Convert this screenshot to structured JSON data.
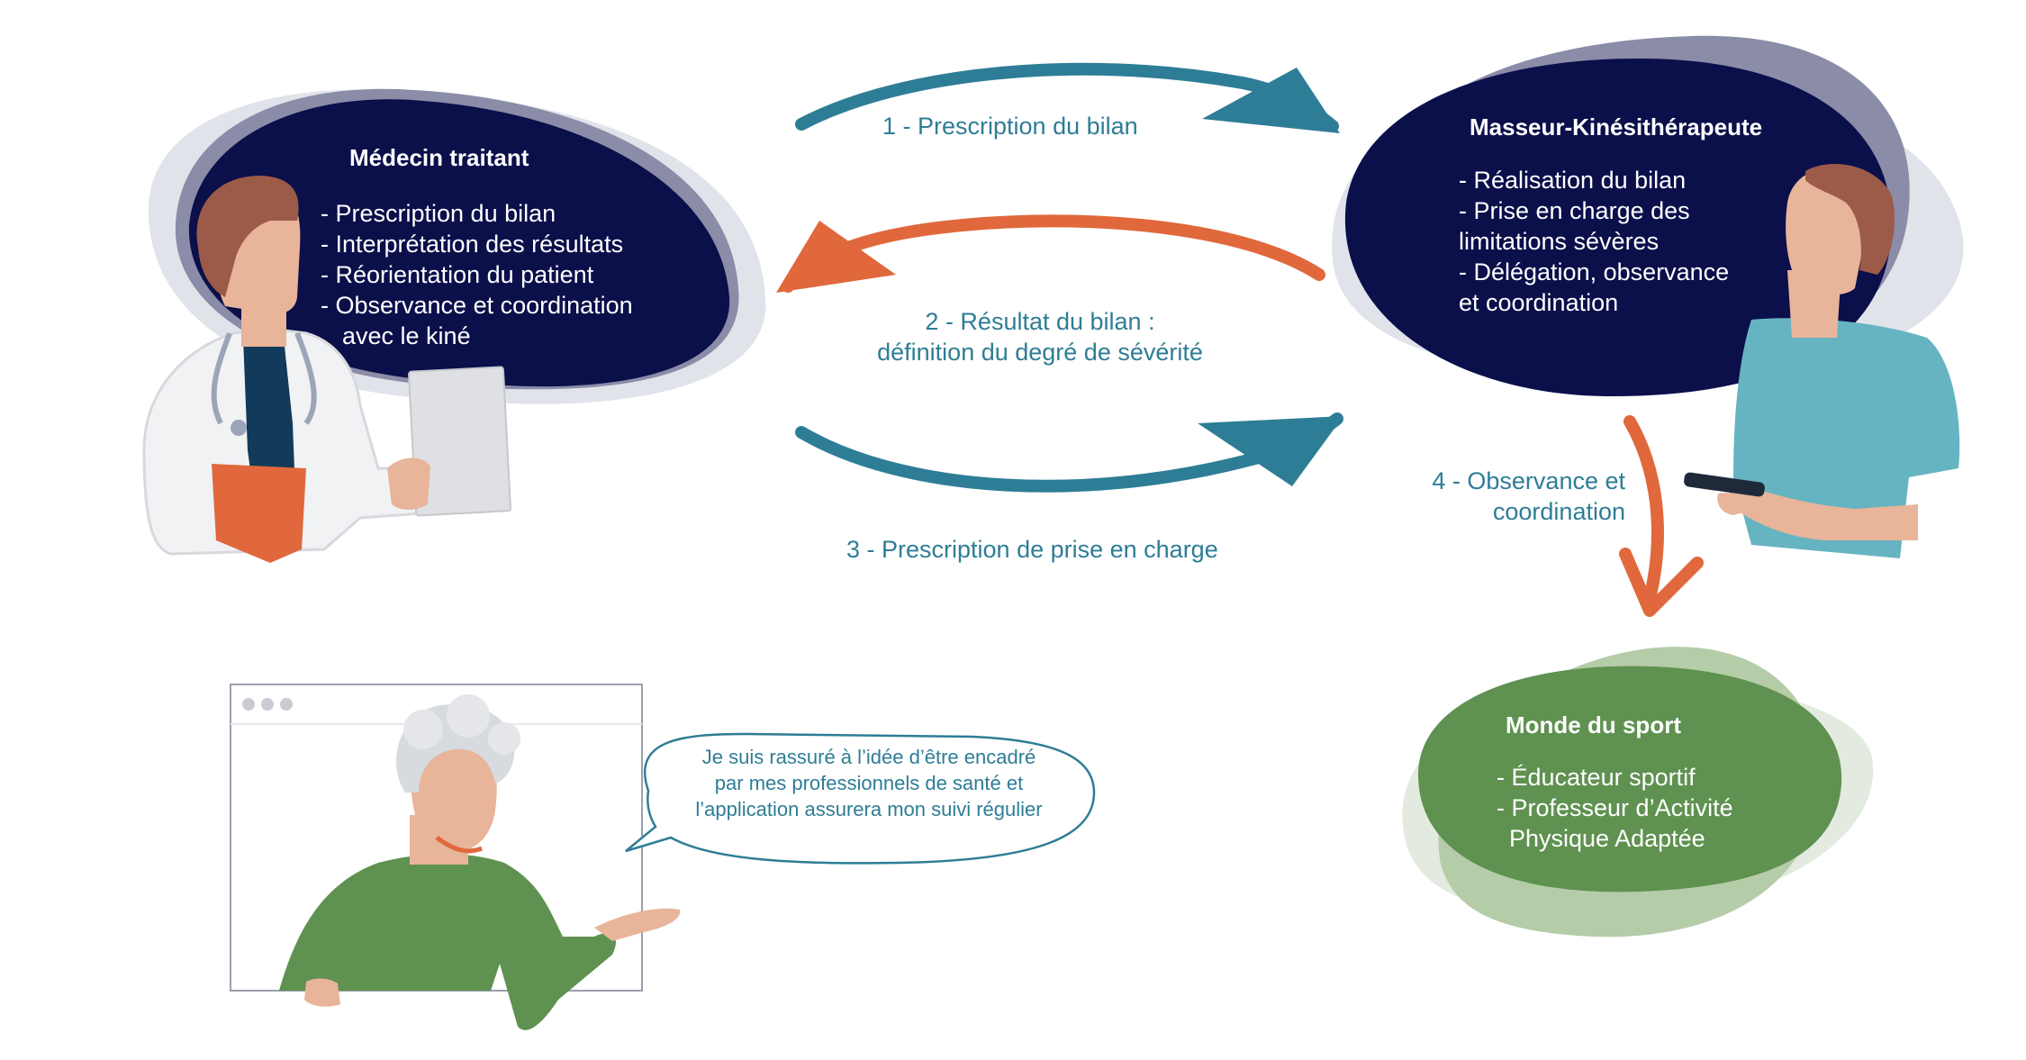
{
  "doctor": {
    "title": "Médecin traitant",
    "items": [
      "- Prescription du bilan",
      "- Interprétation des résultats",
      "- Réorientation du patient",
      "- Observance et coordination",
      "avec le kiné"
    ]
  },
  "physio": {
    "title": "Masseur-Kinésithérapeute",
    "items": [
      "- Réalisation du bilan",
      "- Prise en charge des",
      "limitations sévères",
      "- Délégation, observance",
      "et coordination"
    ]
  },
  "sport": {
    "title": "Monde du sport",
    "items": [
      "- Éducateur sportif",
      "- Professeur d’Activité",
      "Physique Adaptée"
    ]
  },
  "flows": {
    "step1": "1 -  Prescription du bilan",
    "step2_line1": "2 - Résultat du bilan :",
    "step2_line2": "définition du degré de sévérité",
    "step3": "3 - Prescription de prise en charge",
    "step4_line1": "4 - Observance et",
    "step4_line2": "coordination"
  },
  "patient_quote": [
    "Je suis rassuré à l’idée d’être encadré",
    "par mes professionnels de santé et",
    "l’application assurera mon suivi régulier"
  ],
  "colors": {
    "navy": "#0b0f4a",
    "blob_shadow": "#8a8ca8",
    "blob_light": "#e1e3ea",
    "teal_arrow": "#2e7d96",
    "orange_arrow": "#e0683c",
    "sport_green": "#5f9150",
    "sport_light": "#b5cca8",
    "patient_green": "#5f9150",
    "skin": "#e8b49a",
    "hair_brown": "#9c5a48",
    "shirt_teal": "#66b3c2"
  }
}
